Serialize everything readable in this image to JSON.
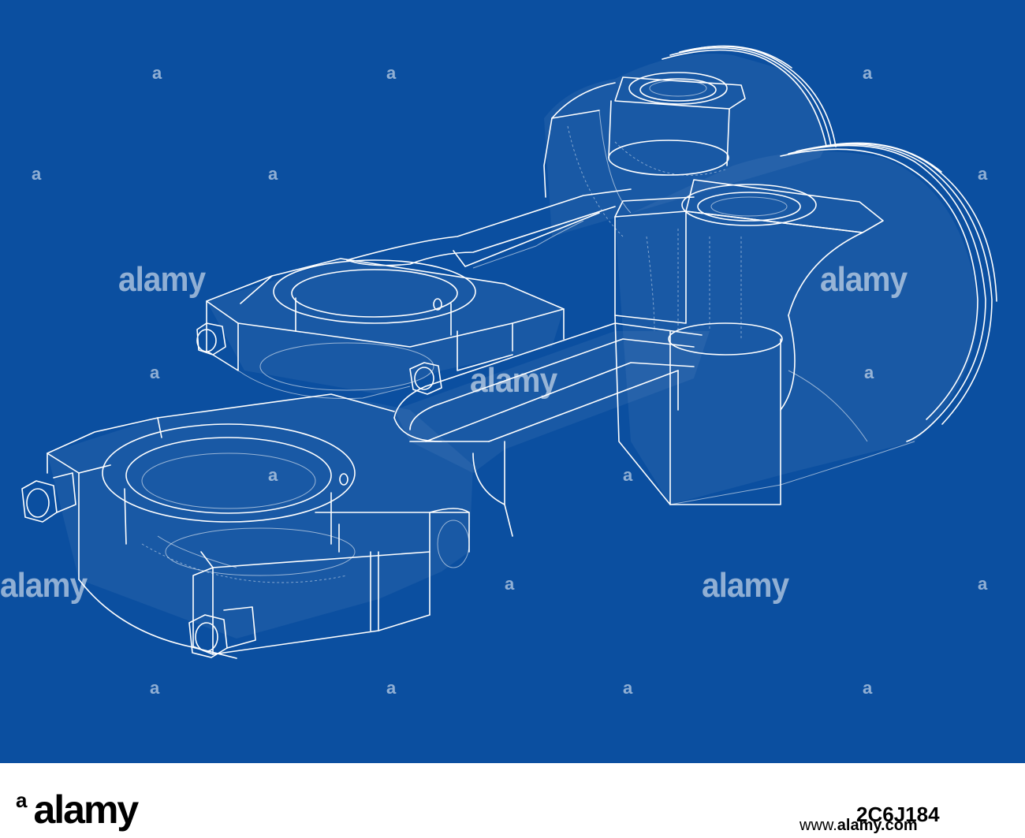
{
  "watermark": {
    "text": "alamy",
    "mark": "a"
  },
  "footer": {
    "logo_mark": "a",
    "logo_text": "alamy",
    "image_id": "2C6J184",
    "url_prefix": "www.",
    "url_host": "alamy.com"
  },
  "colors": {
    "background": "#0b4fa0",
    "lines": "#ffffff",
    "footer": "#ffffff"
  }
}
